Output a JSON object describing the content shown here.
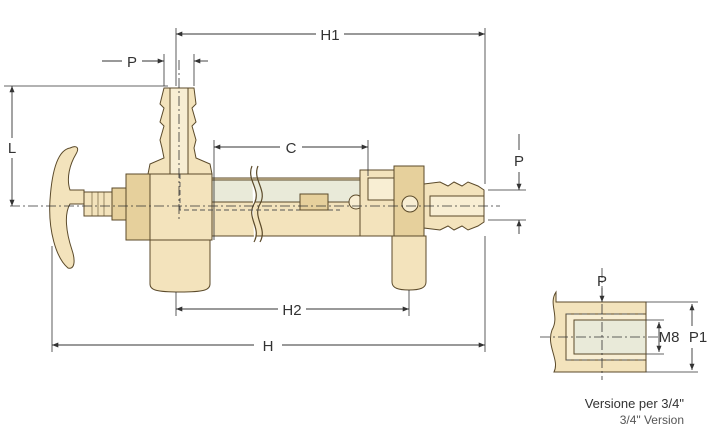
{
  "labels": {
    "h1": "H1",
    "h": "H",
    "h2": "H2",
    "c": "C",
    "l": "L",
    "p_top": "P",
    "p_right": "P",
    "p_detail": "P",
    "m8": "M8",
    "p1": "P1"
  },
  "caption": {
    "italian": "Versione per 3/4\"",
    "english": "3/4\" Version"
  },
  "colors": {
    "body": "#f3e3bc",
    "outline": "#5b4a2a",
    "lines": "#333333"
  }
}
